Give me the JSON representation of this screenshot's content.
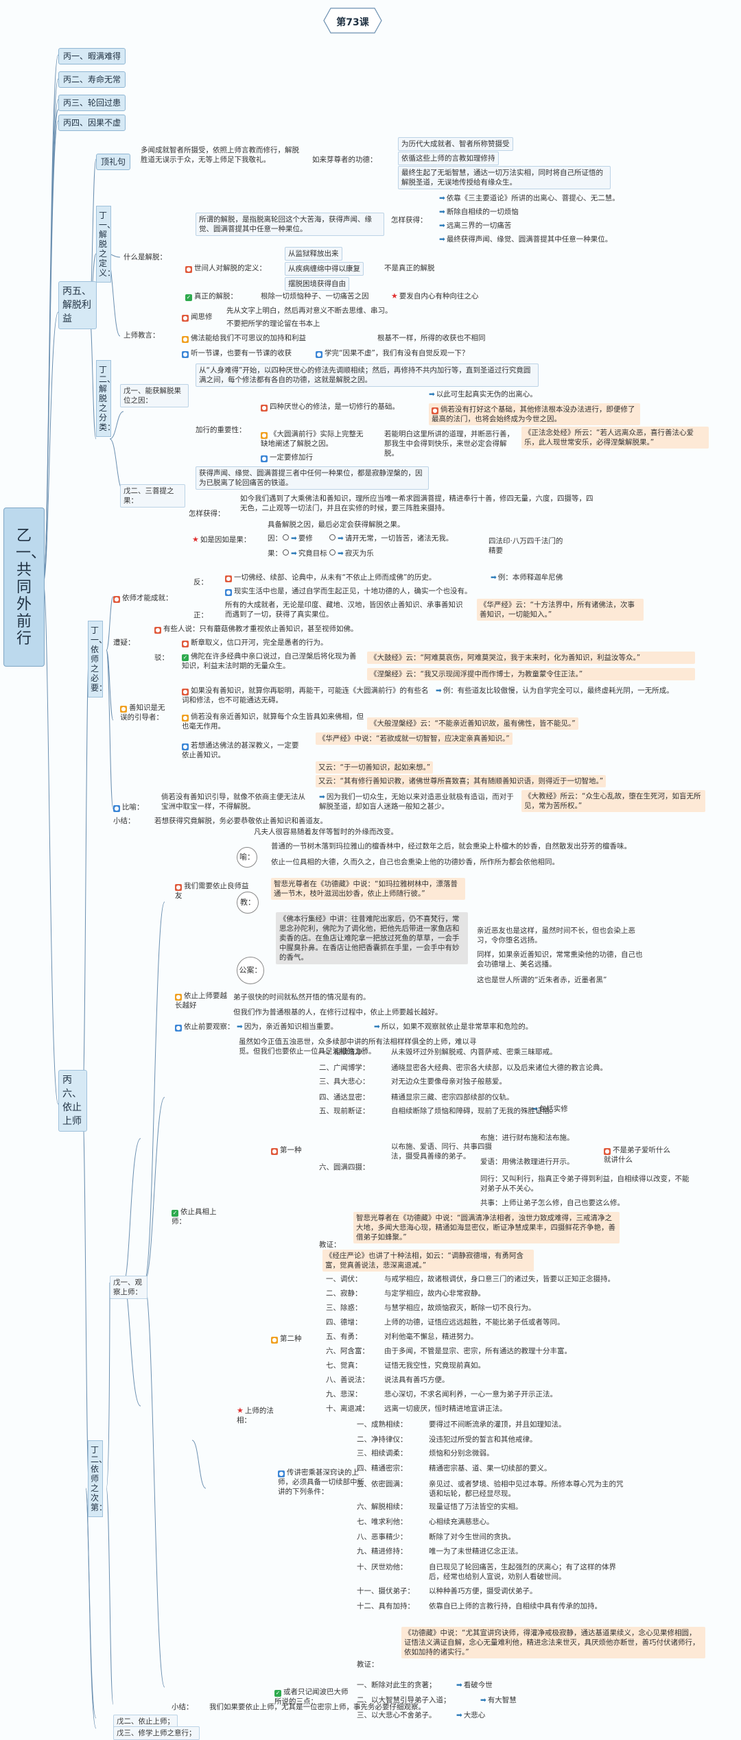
{
  "title": "第73课",
  "root": "乙一、共同外前行",
  "top_items": [
    "丙一、暇满难得",
    "丙二、寿命无常",
    "丙三、轮回过患",
    "丙四、因果不虚"
  ],
  "b5": {
    "label": "丙五、解脱利益",
    "prelude_label": "顶礼句",
    "prelude_text": "多闻成就智者所摄受，依照上师言教而修行，解脱胜道无误示于众，无等上师足下我敬礼。",
    "prelude_mid": "如来芽尊者的功德：",
    "prelude_r": [
      "为历代大成就者、智者所称赞摄受",
      "依循这些上师的言教如理修持",
      "最终生起了无垢智慧，通达一切万法实相，同时将自己所证悟的解脱圣道，无误地传授给有缘众生。"
    ],
    "d1_label": "丁一、解脱之定义：",
    "what": "什么是解脱：",
    "what_text": "所谓的解脱，是指脱离轮回这个大苦海，获得声闻、缘觉、圆满菩提其中任意一种果位。",
    "how": "怎样获得：",
    "how_items": [
      "依靠《三主要道论》所讲的出离心、菩提心、无二慧。",
      "断除自相续的一切烦恼",
      "远离三界的一切痛苦",
      "最终获得声闻、缘觉、圆满菩提其中任意一种果位。"
    ],
    "worldly": "世间人对解脱的定义：",
    "worldly_items": [
      "从监狱释放出来",
      "从疾病缠绵中得以康复",
      "摆脱困境获得自由"
    ],
    "not_true": "不是真正的解脱",
    "true": "真正的解脱：",
    "true_text": "根除一切烦恼种子、一切痛苦之因",
    "true_r": "要发自内心有种向往之心",
    "teach": "上师教言：",
    "wen": "闻思修",
    "wen_items": [
      "先从文字上明白，然后再对意义不断去思维、串习。",
      "不要把所学的理论留在书本上"
    ],
    "bad": "佛法能给我们不可思议的加持和利益",
    "bad_r": "根基不一样，所得的收获也不相同",
    "listen": "听一节课，也要有一节课的收获",
    "listen_r": "学完“因果不虚”，我们有没有自觉反观一下？",
    "d2_label": "丁二、解脱之分类：",
    "w1": "戊一、能获解脱果位之因：",
    "w1_text": "从“人身难得”开始，以四种厌世心的修法先调顺相续；然后，再修持不共内加行等，直到圣道过行究竟圆满之间，每个修法都有各自的功德，这就是解脱之因。",
    "add": "加行的重要性：",
    "add_items": [
      "四种厌世心的修法，是一切修行的基础。",
      "以此可生起真实无伪的出离心。",
      "倘若没有打好这个基础，其他修法根本没办法进行，即便修了最高的法门，也将会始终成为今世之因。"
    ],
    "add_rest": "《大圆满前行》实际上完整无缺地阐述了解脱之因。",
    "add_rest2": "若能明白这里所讲的道理，并断恶行善，那我生中会得到快乐，来世必定会得解脱。",
    "add_q": "《正法念处经》所云：“若人远离众恶，喜行善法心爱乐，此人现世常安乐，必得涅槃解脱果。”",
    "add_last": "一定要修加行",
    "w2": "戊二、三菩提之果：",
    "w2_text": "获得声闻、缘觉、圆满菩提三者中任何一种果位，都是寂静涅槃的，因为已脱离了轮回痛苦的铁道。",
    "get": "怎样获得：",
    "get_text": "如今我们遇到了大乘佛法和善知识，理所应当唯一希求圆满菩提，精进奉行十善，修四无量，六度，四摄等，四无色，二止观等一切法门，并且在实修的时候，要三阵胜来摄持。",
    "fruit": "如是因如是果：",
    "fruit_top": "具备解脱之因，最后必定会获得解脱之果。",
    "yin": "因：",
    "yin_items": [
      "要修",
      "请开无常，一切皆苦，诸法无我。"
    ],
    "guo": "果：",
    "guo_items": [
      "究竟目标",
      "寂灭为乐"
    ],
    "seal": "四法印·八万四千法门的精要"
  },
  "b6": {
    "label": "丙六、依止上师",
    "d1_label": "丁一、依师之必要：",
    "need": "依师才能成就：",
    "fan": "反：",
    "fan_text": "一切佛经、续部、论典中，从未有“不依止上师而成佛”的历史。",
    "fan_r": "例：本师释迦牟尼佛",
    "fan_text2": "现实生活中也是，通过自学而生起正见，十地功德的人，确实一个也没有。",
    "zheng": "正：",
    "zheng_text": "所有的大成就者，无论是印度、藏地、汉地，皆因依止善知识、承事善知识而遇到了一切，获得了真实果位。",
    "zheng_q": "《华严经》云：“十方法界中，所有诸佛法，次事善知识，一切能知入。”",
    "zao": "遭疑：",
    "zao_q": "有些人说：只有蘑菇佛教才重视依止善知识，甚至视师如佛。",
    "bo": "驳：",
    "bo_items": [
      "断章取义，信口开河，完全是愚者的行为。",
      "佛陀在许多经典中亲口说过，自己涅槃后将化现为善知识，利益末法时期的无量众生。"
    ],
    "bo_q": [
      "《大鼓经》云：“阿难莫哀伤，阿难莫哭泣，我于末来时，化为善知识，利益汝等众。”",
      "《涅槃经》云：“我又示现阔浮提中而作博士，为教童蒙令住正法。”"
    ],
    "yin": "善知识是无误的引导者：",
    "yin_items": [
      "如果没有善知识，就算你再聪明，再能干，可能连《大圆满前行》的有些名词和修法，也不可能通达无碍。",
      "倘若没有亲近善知识，就算每个众生皆具如来佛相，但也毫无作用。",
      "若想通达佛法的甚深教义，一定要依止善知识。"
    ],
    "yin_r": "例：有些道友比较傲慢，认为自学完全可以，最终虚耗光阴，一无所成。",
    "yin_q2": "《大般涅槃经》云：“不能亲近善知识故，虽有佛性，皆不能见。”",
    "yin_q3": [
      "《华严经》中说：“若欲成就一切智智，应决定亲真善知识。”",
      "又云：“于一切善知识，起如来想。”",
      "又云：“其有修行善知识教，诸佛世尊所喜致喜；其有随顺善知识语，则得近于一切智地。”"
    ],
    "bi": "比喻：",
    "bi_text": "倘若没有善知识引导，就像不依商主便无法从宝洲中取宝一样，不得解脱。",
    "bi_r": "因为我们一切众生，无始以来对造恶业就极有造诣，而对于解脱圣道，却如盲人迷路一般知之甚少。",
    "bi_q": "《大教经》所云：“众生心乱故，堕在生死河，如盲无所见，常为苦所权。”",
    "xj": "小结：",
    "xj_text": "若想获得究竟解脱，务必要恭敬依止善知识和善道友。",
    "d2_label": "丁二、依师之次第：",
    "w1": "戊一、观察上师：",
    "need_friend": "我们需要依止良师益友",
    "intro": "凡夫人很容易随着友伴等暂时的外缘而改变。",
    "yu": "喻：",
    "yu_items": [
      "普通的一节树木落到玛拉雅山的檀香林中，经过数年之后，就会熏染上朴檀木的妙香，自然散发出芬芳的檀香味。",
      "依止一位具相的大德，久而久之，自己也会熏染上他的功德妙香，所作所为都会依他相同。"
    ],
    "jiao": "教：",
    "jiao_text": "智悲光尊者在《功德藏》中说：“如玛拉雅树林中，漂落普通一节木，枝叶滋润出妙香，依止上师随行彼。”",
    "gong": "公案：",
    "gong_text": "《佛本行集经》中讲：往昔难陀出家后，仍不喜梵行，常思念孙陀利，佛陀为了调化他，把他先后带进一家鱼店和卖香的店。在鱼店让难陀拿一把放过死鱼的草草，一会手中腥臭扑鼻。在香店让他把香囊抓在手里，一会手中有妙的香气。",
    "gong_items": [
      "亲近恶友也是这样，虽然时间不长，但也会染上恶习，令你堕名远扬。",
      "同样，如果亲近善知识，常常熏染他的功德，自己也会功德增上、美名远播。",
      "这也是世人所谓的“近朱者赤，近墨者黑”"
    ],
    "grow": "依止上师要越长越好",
    "grow_items": [
      "弟子很快的时间就私然开悟的情况是有的。",
      "但我们作为普通根基的人，在修行过程中，依止上师要越长越好。"
    ],
    "before": "依止前要观察：",
    "before_t": "因为，亲近善知识相当重要。",
    "before_r": "所以，如果不观察就依止是非常草率和危险的。",
    "fit": "依止具相上师：",
    "fit_intro": "虽然如今正值五浊恶世，众多续部中讲的所有法相样样俱全的上师，难以寻觅。但我们也要依止一位具足法相的上师。",
    "kind1": "第一种",
    "k1": [
      "一、相续清净：",
      "二、广闻博学：",
      "三、具大悲心：",
      "四、通达显密：",
      "五、现前断证：",
      "六、圆满四摄："
    ],
    "k1r": [
      "从未毁坏过外别解脱戒、内菩萨戒、密乘三昧耶戒。",
      "通晓显密各大经典、密宗各大续部，以及后来诸位大德的教言论典。",
      "对无边众生要像母亲对独子般慈爱。",
      "精通显宗三藏、密宗四部续部的仪轨。",
      "自相续断除了烦恼和障碍，现前了无我的殊胜证悟。"
    ],
    "sishe_l": "以布施、爱语、同行、共事四摄法，摄受具善缘的弟子。",
    "sishe": [
      "布施：进行财布施和法布施。",
      "爱语：用佛法教理进行开示。",
      "同行：又叫利行，指真正令弟子得到利益，自相续得以改变，不能对弟子从不关心。",
      "共事：上师让弟子怎么修，自己也要这么修。"
    ],
    "sishe_r": "不是弟子爱听什么就讲什么",
    "sishe_r2": "包括实修",
    "jiaoyan": "教证：",
    "jiaoyan_text": "智悲光尊者在《功德藏》中说：“圆满清净法相者，浊世力致成难得，三戒清净之大地，多闻大悲海心现，精通如海显密仪，断证净慧成果丰，四摄鲜花齐争艳，善借弟子如蜂聚。”",
    "kind2": "第二种",
    "k2_q": "《经庄严论》也讲了十种法相，如云：“调静寂德增，有勇阿含富，觉真善说法，悲深离退减。”",
    "k2": [
      "一、调伏：",
      "二、寂静：",
      "三、除惑：",
      "四、德增：",
      "五、有勇：",
      "六、阿含富：",
      "七、觉真：",
      "八、善说法：",
      "九、悲深：",
      "十、离退减："
    ],
    "k2r": [
      "与戒学相应，故诸根调伏，身口意三门的诸过失，皆要以正知正念摄持。",
      "与定学相应，故内心非常寂静。",
      "与慧学相应，故烦恼寂灭，断除一切不良行为。",
      "上师的功德，证悟应远远超胜，不能比弟子低或者等同。",
      "对利他毫不懈怠，精进努力。",
      "由于多闻，不管是显宗、密宗，所有通达的教理十分丰富。",
      "证悟无我空性，究竟现前真如。",
      "说法具有善巧方便。",
      "悲心深切，不求名闻利养，一心一意为弟子开示正法。",
      "远离一切疲厌，恒时精进地宣讲正法。"
    ],
    "master": "上师的法相：",
    "kind3": "传讲密乘甚深窍诀的上师，必须具备一切续部中所讲的下列条件：",
    "k3": [
      "一、成熟相续：",
      "二、净持律仪：",
      "三、相续调柔：",
      "四、精通密宗：",
      "五、依密圆满：",
      "六、解脱相续：",
      "七、唯求利他：",
      "八、恶事精少：",
      "九、精进修持：",
      "十、厌世劝他：",
      "十一、摄伏弟子：",
      "十二、具有加持："
    ],
    "k3r": [
      "要得过不间断流承的灌顶，并且如理知法。",
      "没违犯过所受的誓言和其他戒律。",
      "烦恼和分别念微弱。",
      "精通密宗基、道、果一切续部的要义。",
      "亲见过、或者梦境、验相中见过本尊。所修本尊心咒为主的咒语和坛轮，都已经显尽现。",
      "现量证悟了万法皆空的实相。",
      "心相续充满慈悲心。",
      "断除了对今生世间的贪执。",
      "唯一为了未世精进亿念正法。",
      "自已现见了轮回痛苦，生起强烈的厌离心；有了这样的体界后，经常也给别人宣说，劝别人看破世间。",
      "以种种善巧方便，摄受调伏弟子。",
      "依靠自已上师的言教行持，自相续中具有传承的加持。"
    ],
    "k3_jiao": "教证：",
    "k3_jiao_text": "《功德藏》中说：“尤其宣讲窍诀师，得灌净戒极寂静，通达基道果续义，念心见果修相圆，证悟法义满证自解，念心无量难利他，精进念法来世灭，具厌烦他亦断世，善巧付伏诸师行，依如加持的诸实行。”",
    "evil": "或者只记闻波巴大师所说的三点：",
    "evil_items": [
      "一、断除对此生的贪著；",
      "二、以大智慧引导弟子入道；",
      "三、以大悲心不舍弟子。"
    ],
    "evil_r": [
      "看破今世",
      "有大智慧",
      "大悲心"
    ],
    "xj2": "小结：",
    "xj2_text": "我们如果要依止上师，尤其是一位密宗上师，事先务必要仔细观察。",
    "w2": "戊二、依止上师；",
    "w3": "戊三、修学上师之意行；"
  }
}
